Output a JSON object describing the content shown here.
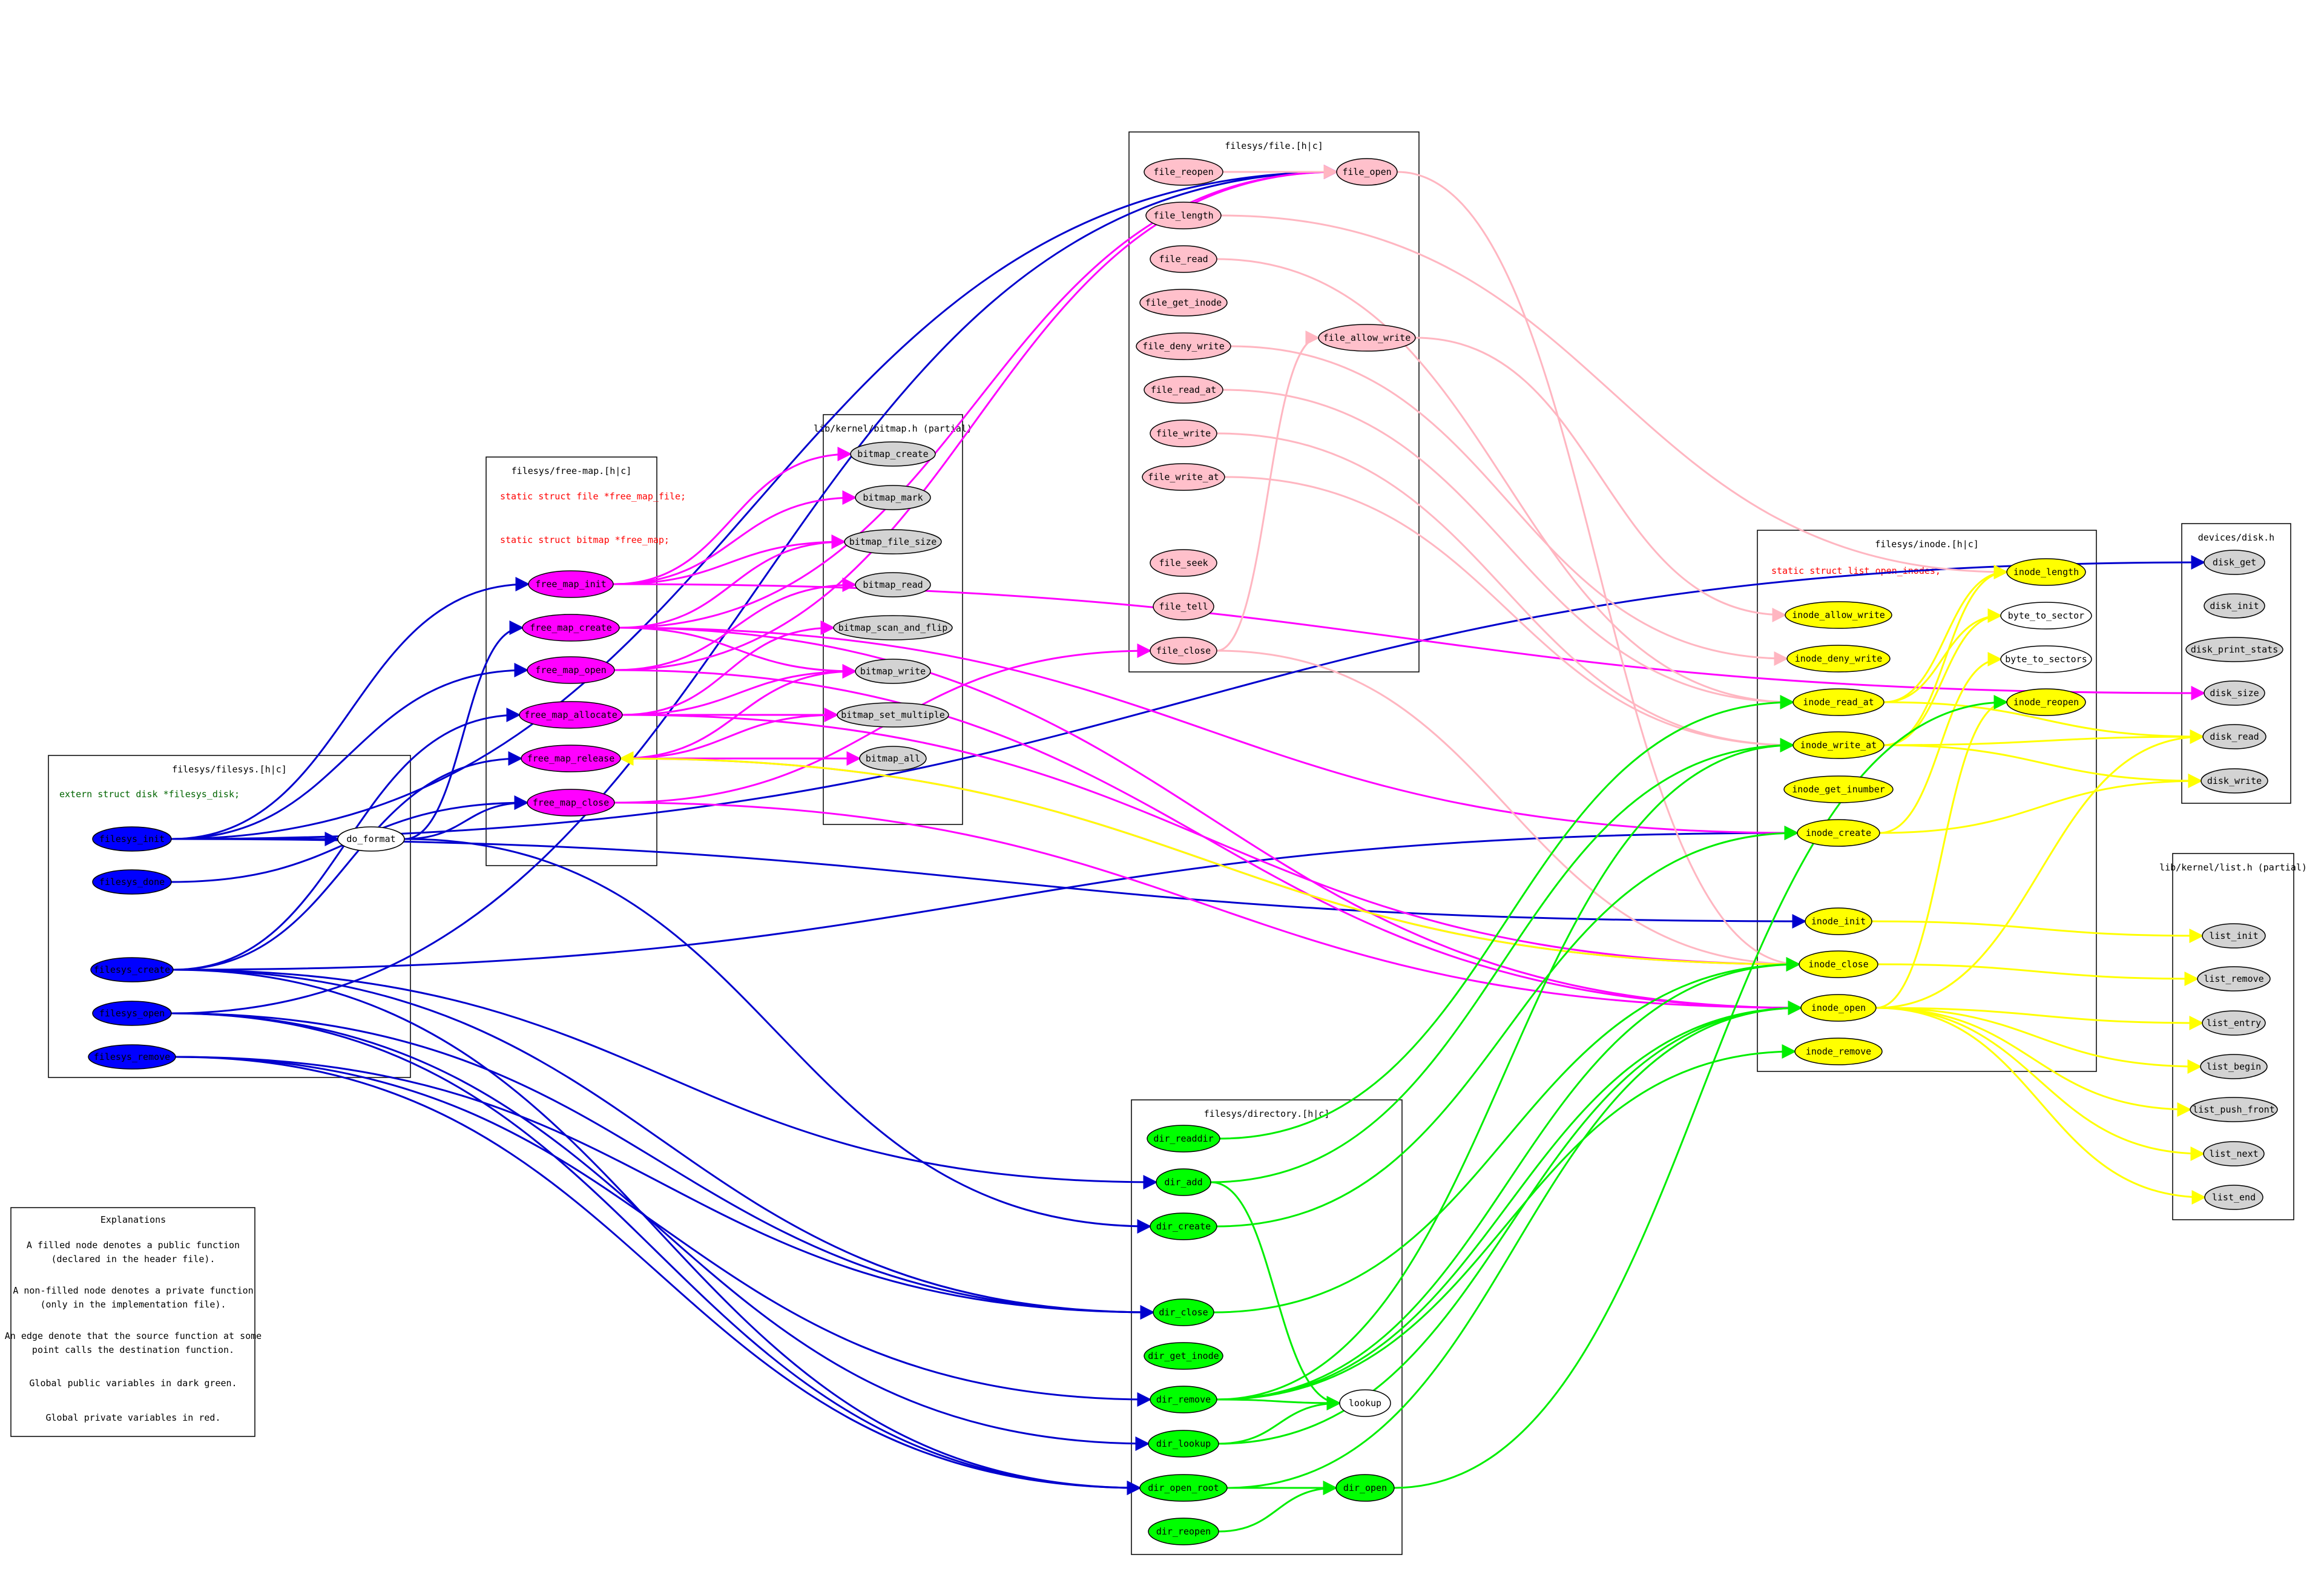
{
  "colors": {
    "filesys": "#0000ff",
    "free_map": "#ff00ff",
    "file": "#ffc0cb",
    "directory": "#00ff00",
    "inode": "#ffff00",
    "external": "#d3d3d3",
    "private": "#ffffff",
    "public_var": "#006400",
    "private_var": "#ff0000",
    "edge_filesys": "#0000cd",
    "edge_free_map": "#ff00ff",
    "edge_file": "#ffb6c1",
    "edge_directory": "#00ee00",
    "edge_inode": "#ffff00"
  },
  "clusters": [
    {
      "id": "filesys",
      "title": "filesys/filesys.[h|c]",
      "variables": [
        {
          "text": "extern struct disk *filesys_disk;",
          "kind": "public"
        }
      ]
    },
    {
      "id": "free_map",
      "title": "filesys/free-map.[h|c]",
      "variables": [
        {
          "text": "static struct file *free_map_file;",
          "kind": "private"
        },
        {
          "text": "static struct bitmap *free_map;",
          "kind": "private"
        }
      ]
    },
    {
      "id": "bitmap",
      "title": "lib/kernel/bitmap.h (partial)",
      "variables": []
    },
    {
      "id": "file",
      "title": "filesys/file.[h|c]",
      "variables": []
    },
    {
      "id": "inode",
      "title": "filesys/inode.[h|c]",
      "variables": [
        {
          "text": "static struct list open_inodes;",
          "kind": "private"
        }
      ]
    },
    {
      "id": "disk",
      "title": "devices/disk.h",
      "variables": []
    },
    {
      "id": "list",
      "title": "lib/kernel/list.h (partial)",
      "variables": []
    },
    {
      "id": "directory",
      "title": "filesys/directory.[h|c]",
      "variables": []
    }
  ],
  "nodes": [
    {
      "id": "filesys_init",
      "label": "filesys_init",
      "group": "filesys",
      "public": true
    },
    {
      "id": "filesys_done",
      "label": "filesys_done",
      "group": "filesys",
      "public": true
    },
    {
      "id": "filesys_create",
      "label": "filesys_create",
      "group": "filesys",
      "public": true
    },
    {
      "id": "filesys_open",
      "label": "filesys_open",
      "group": "filesys",
      "public": true
    },
    {
      "id": "filesys_remove",
      "label": "filesys_remove",
      "group": "filesys",
      "public": true
    },
    {
      "id": "do_format",
      "label": "do_format",
      "group": "filesys",
      "public": false
    },
    {
      "id": "free_map_init",
      "label": "free_map_init",
      "group": "free_map",
      "public": true
    },
    {
      "id": "free_map_create",
      "label": "free_map_create",
      "group": "free_map",
      "public": true
    },
    {
      "id": "free_map_open",
      "label": "free_map_open",
      "group": "free_map",
      "public": true
    },
    {
      "id": "free_map_allocate",
      "label": "free_map_allocate",
      "group": "free_map",
      "public": true
    },
    {
      "id": "free_map_release",
      "label": "free_map_release",
      "group": "free_map",
      "public": true
    },
    {
      "id": "free_map_close",
      "label": "free_map_close",
      "group": "free_map",
      "public": true
    },
    {
      "id": "bitmap_create",
      "label": "bitmap_create",
      "group": "external",
      "public": true
    },
    {
      "id": "bitmap_mark",
      "label": "bitmap_mark",
      "group": "external",
      "public": true
    },
    {
      "id": "bitmap_file_size",
      "label": "bitmap_file_size",
      "group": "external",
      "public": true
    },
    {
      "id": "bitmap_read",
      "label": "bitmap_read",
      "group": "external",
      "public": true
    },
    {
      "id": "bitmap_scan_and_flip",
      "label": "bitmap_scan_and_flip",
      "group": "external",
      "public": true
    },
    {
      "id": "bitmap_write",
      "label": "bitmap_write",
      "group": "external",
      "public": true
    },
    {
      "id": "bitmap_set_multiple",
      "label": "bitmap_set_multiple",
      "group": "external",
      "public": true
    },
    {
      "id": "bitmap_all",
      "label": "bitmap_all",
      "group": "external",
      "public": true
    },
    {
      "id": "file_reopen",
      "label": "file_reopen",
      "group": "file",
      "public": true
    },
    {
      "id": "file_open",
      "label": "file_open",
      "group": "file",
      "public": true
    },
    {
      "id": "file_length",
      "label": "file_length",
      "group": "file",
      "public": true
    },
    {
      "id": "file_read",
      "label": "file_read",
      "group": "file",
      "public": true
    },
    {
      "id": "file_get_inode",
      "label": "file_get_inode",
      "group": "file",
      "public": true
    },
    {
      "id": "file_deny_write",
      "label": "file_deny_write",
      "group": "file",
      "public": true
    },
    {
      "id": "file_allow_write",
      "label": "file_allow_write",
      "group": "file",
      "public": true
    },
    {
      "id": "file_read_at",
      "label": "file_read_at",
      "group": "file",
      "public": true
    },
    {
      "id": "file_write",
      "label": "file_write",
      "group": "file",
      "public": true
    },
    {
      "id": "file_write_at",
      "label": "file_write_at",
      "group": "file",
      "public": true
    },
    {
      "id": "file_seek",
      "label": "file_seek",
      "group": "file",
      "public": true
    },
    {
      "id": "file_tell",
      "label": "file_tell",
      "group": "file",
      "public": true
    },
    {
      "id": "file_close",
      "label": "file_close",
      "group": "file",
      "public": true
    },
    {
      "id": "inode_length",
      "label": "inode_length",
      "group": "inode",
      "public": true
    },
    {
      "id": "inode_allow_write",
      "label": "inode_allow_write",
      "group": "inode",
      "public": true
    },
    {
      "id": "byte_to_sector",
      "label": "byte_to_sector",
      "group": "inode",
      "public": false
    },
    {
      "id": "inode_deny_write",
      "label": "inode_deny_write",
      "group": "inode",
      "public": true
    },
    {
      "id": "byte_to_sectors",
      "label": "byte_to_sectors",
      "group": "inode",
      "public": false
    },
    {
      "id": "inode_read_at",
      "label": "inode_read_at",
      "group": "inode",
      "public": true
    },
    {
      "id": "inode_reopen",
      "label": "inode_reopen",
      "group": "inode",
      "public": true
    },
    {
      "id": "inode_write_at",
      "label": "inode_write_at",
      "group": "inode",
      "public": true
    },
    {
      "id": "inode_get_inumber",
      "label": "inode_get_inumber",
      "group": "inode",
      "public": true
    },
    {
      "id": "inode_create",
      "label": "inode_create",
      "group": "inode",
      "public": true
    },
    {
      "id": "inode_init",
      "label": "inode_init",
      "group": "inode",
      "public": true
    },
    {
      "id": "inode_close",
      "label": "inode_close",
      "group": "inode",
      "public": true
    },
    {
      "id": "inode_open",
      "label": "inode_open",
      "group": "inode",
      "public": true
    },
    {
      "id": "inode_remove",
      "label": "inode_remove",
      "group": "inode",
      "public": true
    },
    {
      "id": "disk_get",
      "label": "disk_get",
      "group": "external",
      "public": true
    },
    {
      "id": "disk_init",
      "label": "disk_init",
      "group": "external",
      "public": true
    },
    {
      "id": "disk_print_stats",
      "label": "disk_print_stats",
      "group": "external",
      "public": true
    },
    {
      "id": "disk_size",
      "label": "disk_size",
      "group": "external",
      "public": true
    },
    {
      "id": "disk_read",
      "label": "disk_read",
      "group": "external",
      "public": true
    },
    {
      "id": "disk_write",
      "label": "disk_write",
      "group": "external",
      "public": true
    },
    {
      "id": "list_init",
      "label": "list_init",
      "group": "external",
      "public": true
    },
    {
      "id": "list_remove",
      "label": "list_remove",
      "group": "external",
      "public": true
    },
    {
      "id": "list_entry",
      "label": "list_entry",
      "group": "external",
      "public": true
    },
    {
      "id": "list_begin",
      "label": "list_begin",
      "group": "external",
      "public": true
    },
    {
      "id": "list_push_front",
      "label": "list_push_front",
      "group": "external",
      "public": true
    },
    {
      "id": "list_next",
      "label": "list_next",
      "group": "external",
      "public": true
    },
    {
      "id": "list_end",
      "label": "list_end",
      "group": "external",
      "public": true
    },
    {
      "id": "dir_readdir",
      "label": "dir_readdir",
      "group": "directory",
      "public": true
    },
    {
      "id": "dir_add",
      "label": "dir_add",
      "group": "directory",
      "public": true
    },
    {
      "id": "dir_create",
      "label": "dir_create",
      "group": "directory",
      "public": true
    },
    {
      "id": "dir_close",
      "label": "dir_close",
      "group": "directory",
      "public": true
    },
    {
      "id": "dir_get_inode",
      "label": "dir_get_inode",
      "group": "directory",
      "public": true
    },
    {
      "id": "dir_remove",
      "label": "dir_remove",
      "group": "directory",
      "public": true
    },
    {
      "id": "lookup",
      "label": "lookup",
      "group": "directory",
      "public": false
    },
    {
      "id": "dir_lookup",
      "label": "dir_lookup",
      "group": "directory",
      "public": true
    },
    {
      "id": "dir_open_root",
      "label": "dir_open_root",
      "group": "directory",
      "public": true
    },
    {
      "id": "dir_open",
      "label": "dir_open",
      "group": "directory",
      "public": true
    },
    {
      "id": "dir_reopen",
      "label": "dir_reopen",
      "group": "directory",
      "public": true
    }
  ],
  "edges": [
    [
      "filesys_init",
      "disk_get"
    ],
    [
      "filesys_init",
      "inode_init"
    ],
    [
      "filesys_init",
      "free_map_init"
    ],
    [
      "filesys_init",
      "do_format"
    ],
    [
      "filesys_init",
      "free_map_open"
    ],
    [
      "filesys_init",
      "file_open"
    ],
    [
      "filesys_done",
      "free_map_close"
    ],
    [
      "filesys_create",
      "free_map_allocate"
    ],
    [
      "filesys_create",
      "inode_create"
    ],
    [
      "filesys_create",
      "dir_open_root"
    ],
    [
      "filesys_create",
      "dir_add"
    ],
    [
      "filesys_create",
      "free_map_release"
    ],
    [
      "filesys_create",
      "dir_close"
    ],
    [
      "filesys_open",
      "dir_open_root"
    ],
    [
      "filesys_open",
      "dir_lookup"
    ],
    [
      "filesys_open",
      "dir_close"
    ],
    [
      "filesys_open",
      "file_open"
    ],
    [
      "filesys_remove",
      "dir_open_root"
    ],
    [
      "filesys_remove",
      "dir_remove"
    ],
    [
      "filesys_remove",
      "dir_close"
    ],
    [
      "do_format",
      "free_map_create"
    ],
    [
      "do_format",
      "dir_create"
    ],
    [
      "do_format",
      "free_map_close"
    ],
    [
      "free_map_init",
      "bitmap_create"
    ],
    [
      "free_map_init",
      "bitmap_mark"
    ],
    [
      "free_map_init",
      "bitmap_file_size"
    ],
    [
      "free_map_init",
      "disk_size"
    ],
    [
      "free_map_create",
      "inode_create"
    ],
    [
      "free_map_create",
      "bitmap_file_size"
    ],
    [
      "free_map_create",
      "file_open"
    ],
    [
      "free_map_create",
      "inode_open"
    ],
    [
      "free_map_create",
      "bitmap_write"
    ],
    [
      "free_map_open",
      "file_open"
    ],
    [
      "free_map_open",
      "inode_open"
    ],
    [
      "free_map_open",
      "bitmap_read"
    ],
    [
      "free_map_allocate",
      "bitmap_scan_and_flip"
    ],
    [
      "free_map_allocate",
      "bitmap_write"
    ],
    [
      "free_map_allocate",
      "bitmap_set_multiple"
    ],
    [
      "free_map_allocate",
      "inode_close"
    ],
    [
      "free_map_release",
      "bitmap_all"
    ],
    [
      "free_map_release",
      "bitmap_set_multiple"
    ],
    [
      "free_map_release",
      "bitmap_write"
    ],
    [
      "free_map_release",
      "inode_close"
    ],
    [
      "free_map_close",
      "file_close"
    ],
    [
      "free_map_close",
      "inode_open"
    ],
    [
      "file_reopen",
      "file_open"
    ],
    [
      "file_open",
      "inode_close"
    ],
    [
      "file_length",
      "inode_length"
    ],
    [
      "file_read",
      "inode_read_at"
    ],
    [
      "file_deny_write",
      "inode_deny_write"
    ],
    [
      "file_allow_write",
      "inode_allow_write"
    ],
    [
      "file_read_at",
      "inode_read_at"
    ],
    [
      "file_write",
      "inode_write_at"
    ],
    [
      "file_write_at",
      "inode_write_at"
    ],
    [
      "file_close",
      "file_allow_write"
    ],
    [
      "file_close",
      "inode_close"
    ],
    [
      "inode_read_at",
      "byte_to_sector"
    ],
    [
      "inode_read_at",
      "inode_length"
    ],
    [
      "inode_read_at",
      "disk_read"
    ],
    [
      "inode_write_at",
      "byte_to_sector"
    ],
    [
      "inode_write_at",
      "inode_length"
    ],
    [
      "inode_write_at",
      "disk_read"
    ],
    [
      "inode_write_at",
      "disk_write"
    ],
    [
      "inode_create",
      "byte_to_sectors"
    ],
    [
      "inode_create",
      "disk_write"
    ],
    [
      "inode_init",
      "list_init"
    ],
    [
      "inode_close",
      "list_remove"
    ],
    [
      "inode_close",
      "free_map_release"
    ],
    [
      "inode_open",
      "list_begin"
    ],
    [
      "inode_open",
      "list_end"
    ],
    [
      "inode_open",
      "list_next"
    ],
    [
      "inode_open",
      "list_entry"
    ],
    [
      "inode_open",
      "list_push_front"
    ],
    [
      "inode_open",
      "inode_reopen"
    ],
    [
      "inode_open",
      "disk_read"
    ],
    [
      "dir_readdir",
      "inode_read_at"
    ],
    [
      "dir_add",
      "lookup"
    ],
    [
      "dir_add",
      "inode_write_at"
    ],
    [
      "dir_create",
      "inode_create"
    ],
    [
      "dir_close",
      "inode_close"
    ],
    [
      "dir_remove",
      "lookup"
    ],
    [
      "dir_remove",
      "inode_open"
    ],
    [
      "dir_remove",
      "inode_remove"
    ],
    [
      "dir_remove",
      "inode_close"
    ],
    [
      "dir_remove",
      "inode_write_at"
    ],
    [
      "dir_lookup",
      "lookup"
    ],
    [
      "dir_lookup",
      "inode_open"
    ],
    [
      "dir_open_root",
      "dir_open"
    ],
    [
      "dir_open_root",
      "inode_open"
    ],
    [
      "dir_open",
      "inode_reopen"
    ],
    [
      "dir_reopen",
      "dir_open"
    ]
  ],
  "explanations": {
    "title": "Explanations",
    "lines": [
      "A filled node denotes a public function",
      "(declared in the header file).",
      "A non-filled node denotes a private function",
      "(only in the implementation file).",
      "An edge denote that the source function at some",
      "point calls the destination function.",
      "Global public variables in dark green.",
      "Global private variables in red."
    ]
  }
}
